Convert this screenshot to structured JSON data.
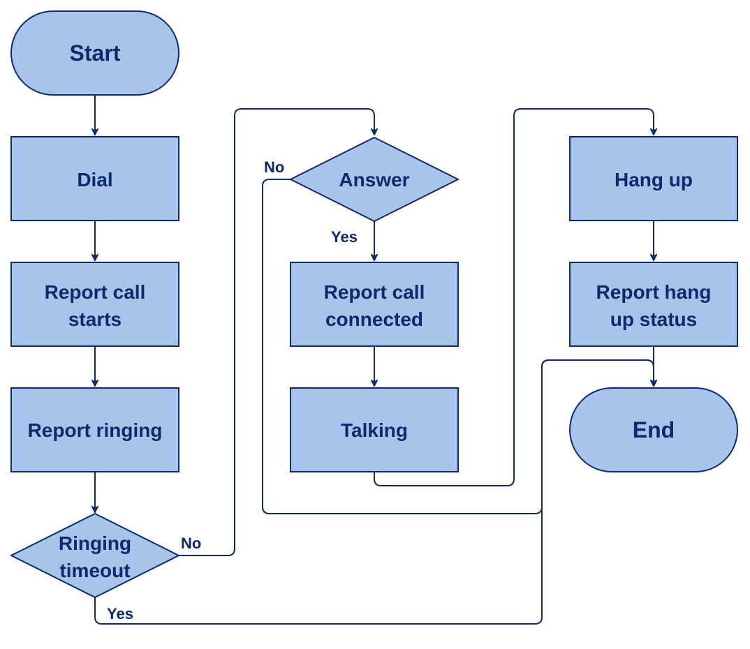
{
  "colors": {
    "node_fill": "#a9c4eb",
    "stroke": "#0d2a6b",
    "text": "#0d2a6b"
  },
  "nodes": {
    "start": {
      "shape": "terminal",
      "lines": [
        "Start"
      ]
    },
    "dial": {
      "shape": "process",
      "lines": [
        "Dial"
      ]
    },
    "report_call_starts": {
      "shape": "process",
      "lines": [
        "Report call",
        "starts"
      ]
    },
    "report_ringing": {
      "shape": "process",
      "lines": [
        "Report ringing"
      ]
    },
    "ringing_timeout": {
      "shape": "decision",
      "lines": [
        "Ringing",
        "timeout"
      ]
    },
    "answer": {
      "shape": "decision",
      "lines": [
        "Answer"
      ]
    },
    "report_call_connected": {
      "shape": "process",
      "lines": [
        "Report call",
        "connected"
      ]
    },
    "talking": {
      "shape": "process",
      "lines": [
        "Talking"
      ]
    },
    "hang_up": {
      "shape": "process",
      "lines": [
        "Hang up"
      ]
    },
    "report_hang_up_status": {
      "shape": "process",
      "lines": [
        "Report hang",
        "up status"
      ]
    },
    "end": {
      "shape": "terminal",
      "lines": [
        "End"
      ]
    }
  },
  "edges": {
    "start_to_dial": {
      "from": "start",
      "to": "dial",
      "label": ""
    },
    "dial_to_report_call_starts": {
      "from": "dial",
      "to": "report_call_starts",
      "label": ""
    },
    "report_call_starts_to_report_ringing": {
      "from": "report_call_starts",
      "to": "report_ringing",
      "label": ""
    },
    "report_ringing_to_ringing_timeout": {
      "from": "report_ringing",
      "to": "ringing_timeout",
      "label": ""
    },
    "ringing_timeout_no": {
      "from": "ringing_timeout",
      "to": "answer",
      "label": "No"
    },
    "ringing_timeout_yes": {
      "from": "ringing_timeout",
      "to": "end",
      "label": "Yes"
    },
    "answer_yes": {
      "from": "answer",
      "to": "report_call_connected",
      "label": "Yes"
    },
    "answer_no": {
      "from": "answer",
      "to": "end",
      "label": "No"
    },
    "report_call_connected_to_talking": {
      "from": "report_call_connected",
      "to": "talking",
      "label": ""
    },
    "talking_to_hang_up": {
      "from": "talking",
      "to": "hang_up",
      "label": ""
    },
    "hang_up_to_report_hang_up_status": {
      "from": "hang_up",
      "to": "report_hang_up_status",
      "label": ""
    },
    "report_hang_up_status_to_end": {
      "from": "report_hang_up_status",
      "to": "end",
      "label": ""
    }
  }
}
